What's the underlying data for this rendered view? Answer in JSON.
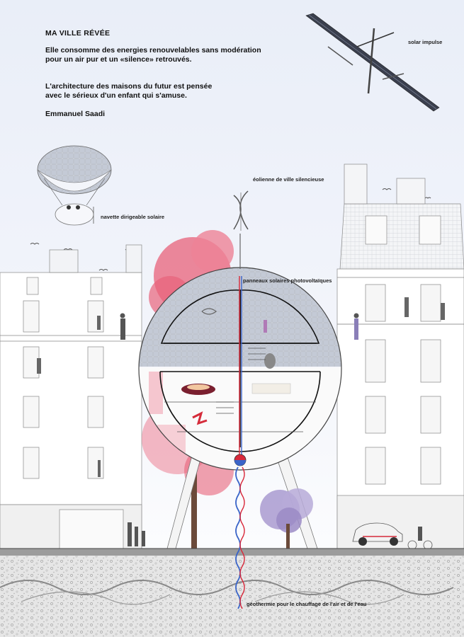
{
  "header": {
    "title": "MA VILLE RÉVÉE",
    "paragraph1": "Elle consomme des energies renouvelables sans modération\npour un air pur et un «silence» retrouvés.",
    "paragraph2": "L'architecture des maisons du futur est pensée\navec le sérieux d'un enfant qui s'amuse.",
    "author": "Emmanuel Saadi"
  },
  "labels": {
    "solar_plane": "solar impulse",
    "airship": "navette dirigeable solaire",
    "wind_turbine": "éolienne de ville silencieuse",
    "solar_panels": "panneaux solaires photovoltaïques",
    "geothermal": "géothermie pour le chauffage de l'air et de l'eau"
  },
  "colors": {
    "sky": "#e9eef8",
    "tree_red": "#e8627a",
    "tree_purple": "#a99ad0",
    "line": "#555555",
    "heat_red": "#d9283a",
    "cold_blue": "#3a64c8"
  }
}
